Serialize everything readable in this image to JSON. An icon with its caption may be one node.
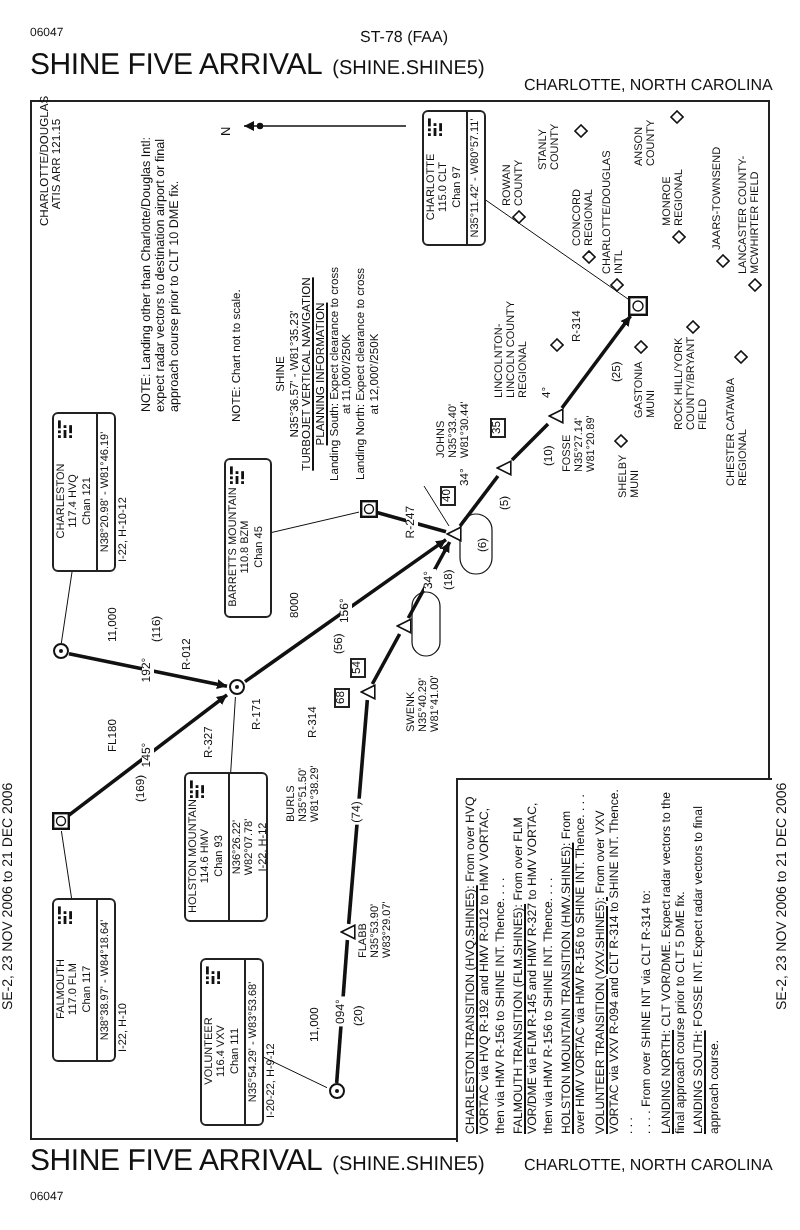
{
  "diagram": {
    "title": "SHINE FIVE ARRIVAL",
    "nodes": [
      {
        "text": [
          "CHARLESTON",
          "117.4 HVQ",
          "Chan 121",
          "N38°20.98' - W81°46.19'"
        ],
        "beside": [
          "I-22, H-10-12"
        ]
      },
      {
        "text": [],
        "shape": "circle"
      },
      {
        "text": [
          "FALMOUTH",
          "117.0 FLM",
          "Chan 117",
          "N38°38.97' - W84°18.64'"
        ],
        "beside": [
          "I-22, H-10"
        ]
      },
      {
        "text": [],
        "shape": "box"
      },
      {
        "text": [
          "HOLSTON MOUNTAIN",
          "114.6 HMV",
          "Chan 93",
          "N36°26.22'",
          "W82°07.78'",
          "I-22, H-12"
        ]
      },
      {
        "text": [],
        "shape": "circle"
      },
      {
        "text": [
          "VOLUNTEER",
          "116.4 VXV",
          "Chan 111",
          "N35°54.29' - W83°53.68'"
        ],
        "beside": [
          "I-20-22, H-9-12"
        ]
      },
      {
        "text": [],
        "shape": "circle"
      },
      {
        "text": [],
        "shape": "triangle",
        "beside": [
          "FLABB",
          "N35°53.90'",
          "W83°29.07'"
        ]
      },
      {
        "text": [],
        "shape": "triangle",
        "beside": [
          "BURLS",
          "N35°51.50'",
          "W81°38.29'"
        ]
      },
      {
        "text": [],
        "shape": "triangle",
        "beside": [
          "SWENK",
          "N35°40.29'",
          "W81°41.00'"
        ]
      },
      {
        "text": [
          "BARRETTS MOUNTAIN",
          "110.8 BZM",
          "Chan 45"
        ]
      },
      {
        "text": [],
        "shape": "box"
      },
      {
        "text": [
          "SHINE",
          "N35°36.57' - W81°35.23'",
          "TURBOJET VERTICAL NAVIGATION PLANNING INFORMATION",
          "Landing South: Expect clearance to cross at 11,000'/250K",
          "Landing North: Expect clearance to cross at 12,000'/250K"
        ]
      },
      {
        "text": [],
        "shape": "triangle"
      },
      {
        "text": [],
        "shape": "triangle",
        "beside": [
          "JOHNS",
          "N35°33.40'",
          "W81°30.44'"
        ]
      },
      {
        "text": [],
        "shape": "triangle",
        "beside": [
          "FOSSE",
          "N35°27.14'",
          "W81°20.89'"
        ]
      },
      {
        "text": [
          "CHARLOTTE",
          "115.0 CLT",
          "Chan 97",
          "N35°11.42' - W80°57.11'"
        ]
      },
      {
        "text": [],
        "shape": "box"
      },
      {
        "text": [
          "CHARLESTON TRANSITION (HVQ.SHINE5):",
          "From over HVQ VORTAC via HVQ R-192 and HMV R-012 to HMV VORTAC, then via HMV R-156 to SHINE INT. Thence. . . .",
          "FALMOUTH TRANSITION (FLM.SHINE5):",
          "From over FLM VOR/DME via FLM R-145 and HMV R-327 to HMV VORTAC, then via HMV R-156 to SHINE INT. Thence. . . .",
          "HOLSTON MOUNTAIN TRANSITION (HMV.SHINE5):",
          "From over HMV VORTAC via HMV R-156 to SHINE INT. Thence. . . .",
          "VOLUNTEER TRANSITION (VXV.SHINE5):",
          "From over VXV VORTAC via VXV R-094 and CLT R-314 to SHINE INT. Thence. . . .",
          ". . . . From over SHINE INT via CLT R-314 to:",
          "LANDING NORTH:",
          "CLT VOR/DME. Expect radar vectors to the final approach course prior to CLT 5 DME fix.",
          "LANDING SOUTH:",
          "FOSSE INT. Expect radar vectors to final approach course."
        ]
      },
      {
        "text": [],
        "shape": "diamond",
        "beside": [
          "ROWAN COUNTY"
        ]
      },
      {
        "text": [],
        "shape": "diamond",
        "beside": [
          "STANLY COUNTY"
        ]
      },
      {
        "text": [],
        "shape": "diamond",
        "beside": [
          "CONCORD REGIONAL"
        ]
      },
      {
        "text": [],
        "shape": "diamond",
        "beside": [
          "ANSON COUNTY"
        ]
      },
      {
        "text": [],
        "shape": "diamond",
        "beside": [
          "CHARLOTTE/DOUGLAS INTL"
        ]
      },
      {
        "text": [],
        "shape": "diamond",
        "beside": [
          "MONROE REGIONAL"
        ]
      },
      {
        "text": [],
        "shape": "diamond",
        "beside": [
          "JAARS-TOWNSEND"
        ]
      },
      {
        "text": [],
        "shape": "diamond",
        "beside": [
          "LANCASTER COUNTY-MCWHIRTER FIELD"
        ]
      },
      {
        "text": [],
        "shape": "diamond",
        "beside": [
          "LINCOLNTON-LINCOLN COUNTY REGIONAL"
        ]
      },
      {
        "text": [],
        "shape": "diamond",
        "beside": [
          "GASTONIA MUNI"
        ]
      },
      {
        "text": [],
        "shape": "diamond",
        "beside": [
          "SHELBY MUNI"
        ]
      },
      {
        "text": [],
        "shape": "diamond",
        "beside": [
          "ROCK HILL/YORK COUNTY/BRYANT FIELD"
        ]
      },
      {
        "text": [],
        "shape": "diamond",
        "beside": [
          "CHESTER CATAWBA REGIONAL"
        ]
      }
    ],
    "edges": [
      {
        "from": 1,
        "to": 5,
        "arrow": "to",
        "label": "192°"
      },
      {
        "from": 3,
        "to": 5,
        "arrow": "to",
        "label": "145°"
      },
      {
        "from": 5,
        "to": 14,
        "arrow": "to",
        "label": "156°"
      },
      {
        "from": 7,
        "to": 8,
        "arrow": "none",
        "label": "094°"
      },
      {
        "from": 8,
        "to": 9,
        "arrow": "none",
        "label": "(74)"
      },
      {
        "from": 9,
        "to": 10,
        "arrow": "none"
      },
      {
        "from": 10,
        "to": 14,
        "arrow": "to",
        "label": "34°"
      },
      {
        "from": 14,
        "to": 15,
        "arrow": "none"
      },
      {
        "from": 15,
        "to": 16,
        "arrow": "none"
      },
      {
        "from": 16,
        "to": 18,
        "arrow": "to"
      },
      {
        "from": 12,
        "to": 14,
        "arrow": "none",
        "label": "R-247"
      },
      {
        "from": 0,
        "to": 1,
        "arrow": "none"
      },
      {
        "from": 2,
        "to": 3,
        "arrow": "none"
      },
      {
        "from": 4,
        "to": 5,
        "arrow": "none"
      },
      {
        "from": 6,
        "to": 7,
        "arrow": "none"
      },
      {
        "from": 11,
        "to": 12,
        "arrow": "none"
      },
      {
        "from": 17,
        "to": 18,
        "arrow": "none"
      },
      {
        "from": 13,
        "to": 14,
        "arrow": "none"
      }
    ],
    "labels": [
      "06047",
      "ST-78 (FAA)",
      "(SHINE.SHINE5)",
      "CHARLOTTE, NORTH CAROLINA",
      "SE-2, 23 NOV 2006 to 21 DEC 2006",
      "SE-2, 23 NOV 2006 to 21 DEC 2006",
      "CHARLOTTE/DOUGLAS ATIS ARR 121.15",
      "N",
      "NOTE: Landing other than Charlotte/Douglas Intl: expect radar vectors to destination airport or final approach course prior to CLT 10 DME fix.",
      "NOTE: Chart not to scale.",
      "11,000",
      "(116)",
      "R-012",
      "FL180",
      "(169)",
      "R-327",
      "R-171",
      "8000",
      "(56)",
      "11,000",
      "(20)",
      "R-314",
      "(18)",
      "54",
      "34°",
      "(5)",
      "(6)",
      "68",
      "40",
      "35",
      "(10)",
      "4°",
      "(25)",
      "R-314",
      "SHINE FIVE ARRIVAL",
      "(SHINE.SHINE5)",
      "CHARLOTTE, NORTH CAROLINA",
      "06047"
    ]
  }
}
